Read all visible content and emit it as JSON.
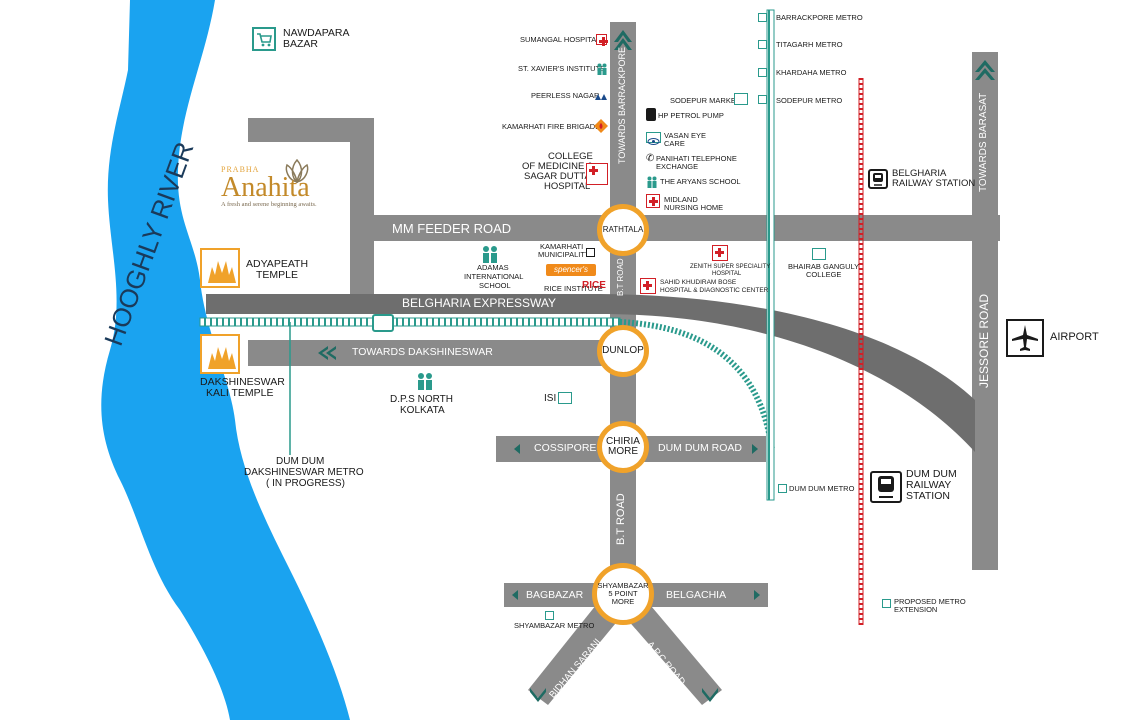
{
  "brand": {
    "prefix": "PRABHA",
    "name": "Anahita",
    "tagline": "A fresh and serene beginning awaits."
  },
  "river": {
    "label": "HOOGHLY RIVER",
    "color": "#1aa3f0"
  },
  "colors": {
    "road": "#8a8a8a",
    "accent": "#f0a22a",
    "metro": "#2a9a8c",
    "proposed": "#d21f26"
  },
  "roads": {
    "mm_feeder": "MM FEEDER ROAD",
    "expressway": "BELGHARIA EXPRESSWAY",
    "towards_dakshineswar": "TOWARDS DAKSHINESWAR",
    "towards_barrackpore": "TOWARDS BARRACKPORE",
    "towards_barasat": "TOWARDS BARASAT",
    "jessore": "JESSORE ROAD",
    "bt_road_upper": "B.T ROAD",
    "bt_road_lower": "B.T ROAD",
    "cossipore": "COSSIPORE",
    "dum_dum_road": "DUM DUM ROAD",
    "bagbazar": "BAGBAZAR",
    "belgachia": "BELGACHIA",
    "bidhan_sarani": "BIDHAN SARANI",
    "apc_road": "A.P.C ROAD"
  },
  "junctions": {
    "rathtala": "RATHTALA",
    "dunlop": "DUNLOP",
    "chiria_more_1": "CHIRIA",
    "chiria_more_2": "MORE",
    "shyambazar_1": "SHYAMBAZAR",
    "shyambazar_2": "5 POINT",
    "shyambazar_3": "MORE"
  },
  "landmarks": {
    "nawdapara_1": "NAWDAPARA",
    "nawdapara_2": "BAZAR",
    "adyapeath_1": "ADYAPEATH",
    "adyapeath_2": "TEMPLE",
    "dakshineswar_1": "DAKSHINESWAR",
    "dakshineswar_2": "KALI TEMPLE",
    "dd_metro_1": "DUM DUM",
    "dd_metro_2": "DAKSHINESWAR METRO",
    "dd_metro_3": "( IN PROGRESS)",
    "dps_1": "D.P.S NORTH",
    "dps_2": "KOLKATA",
    "isi": "ISI",
    "adamas_1": "ADAMAS",
    "adamas_2": "INTERNATIONAL",
    "adamas_3": "SCHOOL",
    "kamarhati_muni_1": "KAMARHATI",
    "kamarhati_muni_2": "MUNICIPALITY",
    "spencers": "spencer's",
    "rice": "RICE INSTITUTE",
    "rice_logo": "RICE",
    "sumangal": "SUMANGAL HOSPITAL",
    "xavier": "ST. XAVIER'S INSTITUTE",
    "peerless": "PEERLESS NAGAR",
    "fire": "KAMARHATI FIRE BRIGADE",
    "college_1": "COLLEGE",
    "college_2": "OF MEDICINE &",
    "college_3": "SAGAR DUTTA",
    "college_4": "HOSPITAL",
    "sodepur_market": "SODEPUR MARKET",
    "hp_pump": "HP PETROL PUMP",
    "vasan_1": "VASAN EYE",
    "vasan_2": "CARE",
    "panihati_1": "PANIHATI TELEPHONE",
    "panihati_2": "EXCHANGE",
    "aryans": "THE ARYANS SCHOOL",
    "midland_1": "MIDLAND",
    "midland_2": "NURSING HOME",
    "zenith_1": "ZENITH SUPER SPECIALITY",
    "zenith_2": "HOSPITAL",
    "sahid_1": "SAHID KHUDIRAM BOSE",
    "sahid_2": "HOSPITAL & DIAGNOSTIC CENTER",
    "bhairab_1": "BHAIRAB GANGULY",
    "bhairab_2": "COLLEGE",
    "barrackpore_metro": "BARRACKPORE METRO",
    "titagarh_metro": "TITAGARH METRO",
    "khardaha_metro": "KHARDAHA  METRO",
    "sodepur_metro": "SODEPUR METRO",
    "belgharia_1": "BELGHARIA",
    "belgharia_2": "RAILWAY STATION",
    "airport": "AIRPORT",
    "dd_station_1": "DUM DUM",
    "dd_station_2": "RAILWAY",
    "dd_station_3": "STATION",
    "dd_metro_small": "DUM DUM METRO",
    "shyambazar_metro": "SHYAMBAZAR METRO",
    "proposed_1": "PROPOSED METRO",
    "proposed_2": "EXTENSION"
  }
}
